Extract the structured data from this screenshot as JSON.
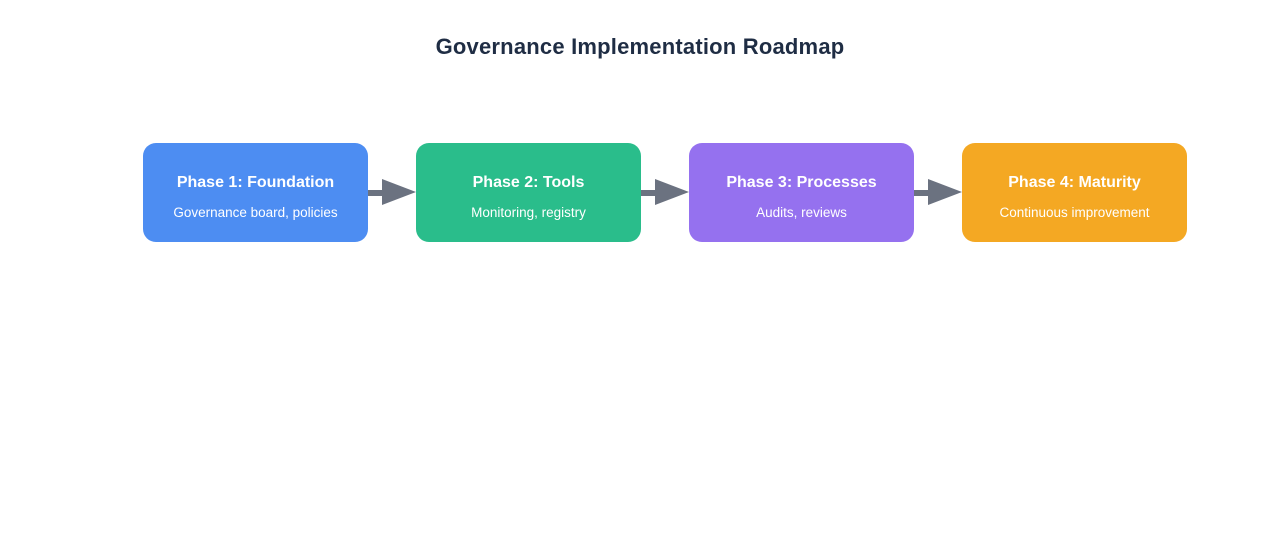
{
  "title": "Governance Implementation Roadmap",
  "title_color": "#1f2d44",
  "diagram": {
    "arrow_color": "#6b7280",
    "phases": [
      {
        "title": "Phase 1: Foundation",
        "subtitle": "Governance board, policies",
        "color": "#4d8df2"
      },
      {
        "title": "Phase 2: Tools",
        "subtitle": "Monitoring, registry",
        "color": "#2abd8b"
      },
      {
        "title": "Phase 3: Processes",
        "subtitle": "Audits, reviews",
        "color": "#9571ef"
      },
      {
        "title": "Phase 4: Maturity",
        "subtitle": "Continuous improvement",
        "color": "#f4a823"
      }
    ]
  }
}
